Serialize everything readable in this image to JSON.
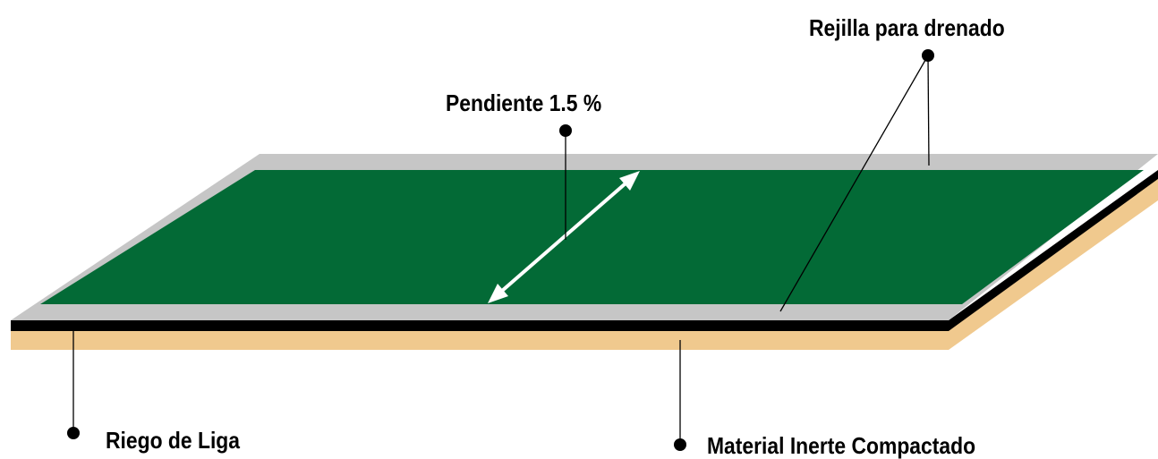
{
  "labels": {
    "rejilla": "Rejilla para drenado",
    "pendiente": "Pendiente 1.5 %",
    "riego": "Riego de Liga",
    "material": "Material Inerte Compactado"
  },
  "colors": {
    "field_green": "#036a36",
    "drain_grate_gray": "#c6c6c6",
    "tack_coat_black": "#000000",
    "compacted_base_tan": "#f0c98e",
    "arrow_white": "#ffffff",
    "leader_line": "#000000"
  }
}
